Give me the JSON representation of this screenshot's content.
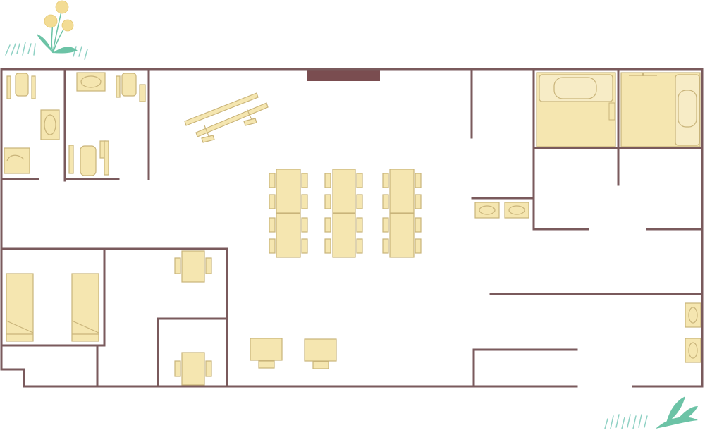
{
  "floor_plan": {
    "colors": {
      "wall": "#7a5a5c",
      "wall_solid": "#7a4d50",
      "furniture_fill": "#f5e6b0",
      "furniture_stroke": "#c9b47a",
      "bath_fill": "#f5e6b0",
      "leaf": "#6cc3a6",
      "flower": "#f3dc94",
      "grass": "#8fd1c4"
    },
    "rooms": [
      {
        "id": "restroom-left",
        "label": ""
      },
      {
        "id": "restroom-right",
        "label": ""
      },
      {
        "id": "training-hall",
        "label": ""
      },
      {
        "id": "bedroom",
        "label": ""
      },
      {
        "id": "office",
        "label": ""
      },
      {
        "id": "consult-room",
        "label": ""
      },
      {
        "id": "bathroom-1",
        "label": ""
      },
      {
        "id": "bathroom-2",
        "label": ""
      }
    ],
    "furniture": {
      "dining_tables": 6,
      "chairs_per_table": 4,
      "beds": 2,
      "desks": 2,
      "sinks_corridor": 2,
      "sinks_right_wall": 2
    }
  }
}
